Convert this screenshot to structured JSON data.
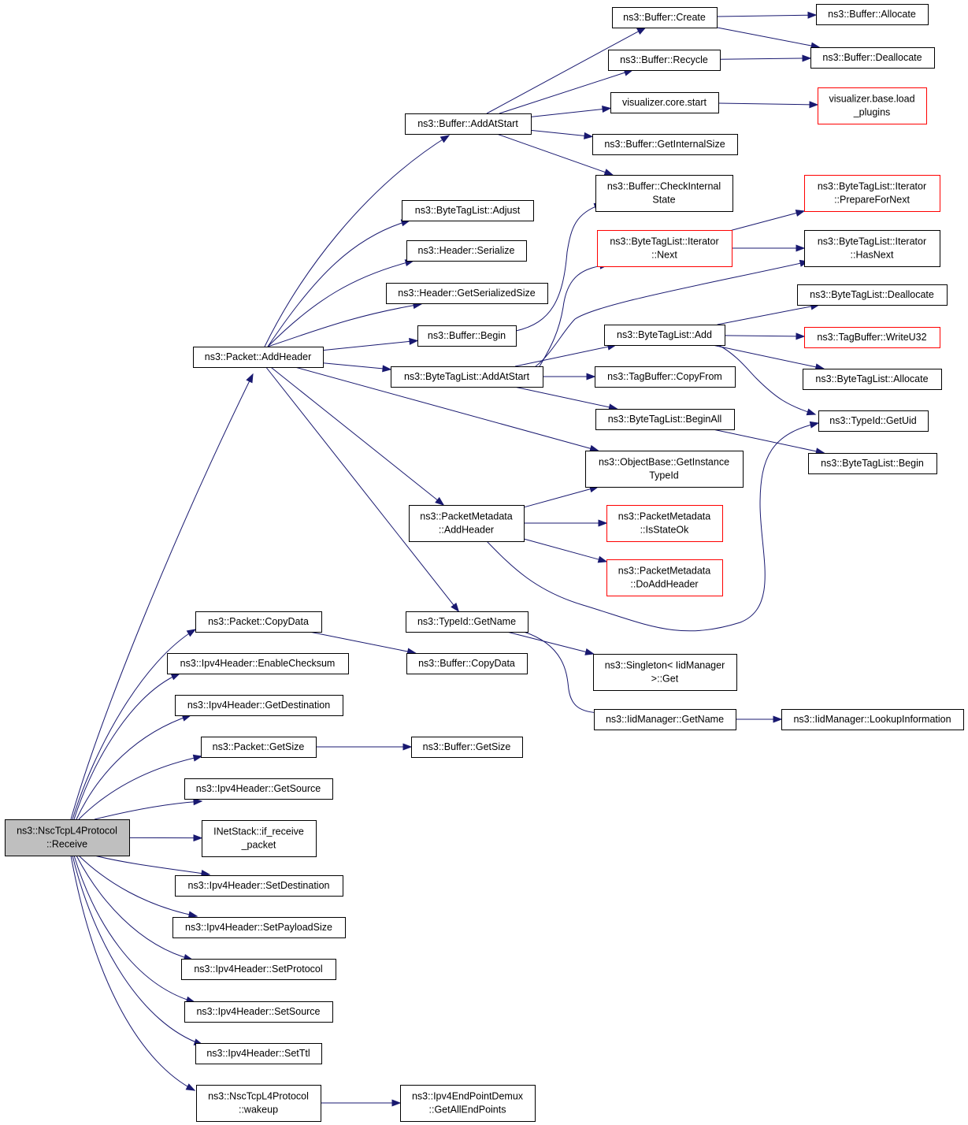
{
  "nodes": [
    {
      "id": "root",
      "lines": [
        "ns3::NscTcpL4Protocol",
        "::Receive"
      ],
      "root": true
    },
    {
      "id": "addHeader",
      "lines": [
        "ns3::Packet::AddHeader"
      ]
    },
    {
      "id": "copyData",
      "lines": [
        "ns3::Packet::CopyData"
      ]
    },
    {
      "id": "enableChecksum",
      "lines": [
        "ns3::Ipv4Header::EnableChecksum"
      ]
    },
    {
      "id": "getDestination",
      "lines": [
        "ns3::Ipv4Header::GetDestination"
      ]
    },
    {
      "id": "getSize",
      "lines": [
        "ns3::Packet::GetSize"
      ]
    },
    {
      "id": "getSource",
      "lines": [
        "ns3::Ipv4Header::GetSource"
      ]
    },
    {
      "id": "ifReceive",
      "lines": [
        "INetStack::if_receive",
        "_packet"
      ]
    },
    {
      "id": "setDestination",
      "lines": [
        "ns3::Ipv4Header::SetDestination"
      ]
    },
    {
      "id": "setPayloadSize",
      "lines": [
        "ns3::Ipv4Header::SetPayloadSize"
      ]
    },
    {
      "id": "setProtocol",
      "lines": [
        "ns3::Ipv4Header::SetProtocol"
      ]
    },
    {
      "id": "setSource",
      "lines": [
        "ns3::Ipv4Header::SetSource"
      ]
    },
    {
      "id": "setTtl",
      "lines": [
        "ns3::Ipv4Header::SetTtl"
      ]
    },
    {
      "id": "wakeup",
      "lines": [
        "ns3::NscTcpL4Protocol",
        "::wakeup"
      ]
    },
    {
      "id": "bufAddAtStart",
      "lines": [
        "ns3::Buffer::AddAtStart"
      ]
    },
    {
      "id": "btlAdjust",
      "lines": [
        "ns3::ByteTagList::Adjust"
      ]
    },
    {
      "id": "hdrSerialize",
      "lines": [
        "ns3::Header::Serialize"
      ]
    },
    {
      "id": "hdrGetSerializedSize",
      "lines": [
        "ns3::Header::GetSerializedSize"
      ]
    },
    {
      "id": "bufBegin",
      "lines": [
        "ns3::Buffer::Begin"
      ]
    },
    {
      "id": "btlAddAtStart",
      "lines": [
        "ns3::ByteTagList::AddAtStart"
      ]
    },
    {
      "id": "pmAddHeader",
      "lines": [
        "ns3::PacketMetadata",
        "::AddHeader"
      ]
    },
    {
      "id": "typeIdGetName",
      "lines": [
        "ns3::TypeId::GetName"
      ]
    },
    {
      "id": "bufCopyData",
      "lines": [
        "ns3::Buffer::CopyData"
      ]
    },
    {
      "id": "bufGetSize",
      "lines": [
        "ns3::Buffer::GetSize"
      ]
    },
    {
      "id": "demuxGetAll",
      "lines": [
        "ns3::Ipv4EndPointDemux",
        "::GetAllEndPoints"
      ]
    },
    {
      "id": "bufCreate",
      "lines": [
        "ns3::Buffer::Create"
      ]
    },
    {
      "id": "bufRecycle",
      "lines": [
        "ns3::Buffer::Recycle"
      ]
    },
    {
      "id": "vizStart",
      "lines": [
        "visualizer.core.start"
      ]
    },
    {
      "id": "bufGetInternalSize",
      "lines": [
        "ns3::Buffer::GetInternalSize"
      ]
    },
    {
      "id": "bufCheckInternal",
      "lines": [
        "ns3::Buffer::CheckInternal",
        "State"
      ]
    },
    {
      "id": "btlIterNext",
      "lines": [
        "ns3::ByteTagList::Iterator",
        "::Next"
      ],
      "truncated": true
    },
    {
      "id": "btlAdd",
      "lines": [
        "ns3::ByteTagList::Add"
      ]
    },
    {
      "id": "tbCopyFrom",
      "lines": [
        "ns3::TagBuffer::CopyFrom"
      ]
    },
    {
      "id": "btlBeginAll",
      "lines": [
        "ns3::ByteTagList::BeginAll"
      ]
    },
    {
      "id": "obGetInstanceTypeId",
      "lines": [
        "ns3::ObjectBase::GetInstance",
        "TypeId"
      ]
    },
    {
      "id": "pmIsStateOk",
      "lines": [
        "ns3::PacketMetadata",
        "::IsStateOk"
      ],
      "truncated": true
    },
    {
      "id": "pmDoAddHeader",
      "lines": [
        "ns3::PacketMetadata",
        "::DoAddHeader"
      ],
      "truncated": true
    },
    {
      "id": "singletonGet",
      "lines": [
        "ns3::Singleton< IidManager",
        ">::Get"
      ]
    },
    {
      "id": "iidGetName",
      "lines": [
        "ns3::IidManager::GetName"
      ]
    },
    {
      "id": "bufAllocate",
      "lines": [
        "ns3::Buffer::Allocate"
      ]
    },
    {
      "id": "bufDeallocate",
      "lines": [
        "ns3::Buffer::Deallocate"
      ]
    },
    {
      "id": "vizLoadPlugins",
      "lines": [
        "visualizer.base.load",
        "_plugins"
      ],
      "truncated": true
    },
    {
      "id": "btlIterPrepare",
      "lines": [
        "ns3::ByteTagList::Iterator",
        "::PrepareForNext"
      ],
      "truncated": true
    },
    {
      "id": "btlIterHasNext",
      "lines": [
        "ns3::ByteTagList::Iterator",
        "::HasNext"
      ]
    },
    {
      "id": "btlDeallocate",
      "lines": [
        "ns3::ByteTagList::Deallocate"
      ]
    },
    {
      "id": "tbWriteU32",
      "lines": [
        "ns3::TagBuffer::WriteU32"
      ],
      "truncated": true
    },
    {
      "id": "btlAllocate",
      "lines": [
        "ns3::ByteTagList::Allocate"
      ]
    },
    {
      "id": "typeIdGetUid",
      "lines": [
        "ns3::TypeId::GetUid"
      ]
    },
    {
      "id": "btlBegin",
      "lines": [
        "ns3::ByteTagList::Begin"
      ]
    },
    {
      "id": "iidLookupInfo",
      "lines": [
        "ns3::IidManager::LookupInformation"
      ]
    }
  ],
  "edges": [
    [
      "root",
      "addHeader"
    ],
    [
      "root",
      "copyData"
    ],
    [
      "root",
      "enableChecksum"
    ],
    [
      "root",
      "getDestination"
    ],
    [
      "root",
      "getSize"
    ],
    [
      "root",
      "getSource"
    ],
    [
      "root",
      "ifReceive"
    ],
    [
      "root",
      "setDestination"
    ],
    [
      "root",
      "setPayloadSize"
    ],
    [
      "root",
      "setProtocol"
    ],
    [
      "root",
      "setSource"
    ],
    [
      "root",
      "setTtl"
    ],
    [
      "root",
      "wakeup"
    ],
    [
      "addHeader",
      "bufAddAtStart"
    ],
    [
      "addHeader",
      "btlAdjust"
    ],
    [
      "addHeader",
      "hdrSerialize"
    ],
    [
      "addHeader",
      "hdrGetSerializedSize"
    ],
    [
      "addHeader",
      "bufBegin"
    ],
    [
      "addHeader",
      "btlAddAtStart"
    ],
    [
      "addHeader",
      "obGetInstanceTypeId"
    ],
    [
      "addHeader",
      "pmAddHeader"
    ],
    [
      "addHeader",
      "typeIdGetName"
    ],
    [
      "bufAddAtStart",
      "bufCreate"
    ],
    [
      "bufAddAtStart",
      "bufRecycle"
    ],
    [
      "bufAddAtStart",
      "vizStart"
    ],
    [
      "bufAddAtStart",
      "bufGetInternalSize"
    ],
    [
      "bufAddAtStart",
      "bufCheckInternal"
    ],
    [
      "bufCreate",
      "bufAllocate"
    ],
    [
      "bufCreate",
      "bufDeallocate"
    ],
    [
      "bufRecycle",
      "bufDeallocate"
    ],
    [
      "vizStart",
      "vizLoadPlugins"
    ],
    [
      "bufBegin",
      "bufCheckInternal"
    ],
    [
      "btlAddAtStart",
      "btlIterNext"
    ],
    [
      "btlAddAtStart",
      "btlIterHasNext"
    ],
    [
      "btlAddAtStart",
      "btlAdd"
    ],
    [
      "btlAddAtStart",
      "tbCopyFrom"
    ],
    [
      "btlAddAtStart",
      "btlBeginAll"
    ],
    [
      "btlIterNext",
      "btlIterPrepare"
    ],
    [
      "btlIterNext",
      "btlIterHasNext"
    ],
    [
      "btlAdd",
      "btlDeallocate"
    ],
    [
      "btlAdd",
      "tbWriteU32"
    ],
    [
      "btlAdd",
      "btlAllocate"
    ],
    [
      "btlAdd",
      "typeIdGetUid"
    ],
    [
      "btlBeginAll",
      "btlBegin"
    ],
    [
      "pmAddHeader",
      "obGetInstanceTypeId"
    ],
    [
      "pmAddHeader",
      "pmIsStateOk"
    ],
    [
      "pmAddHeader",
      "pmDoAddHeader"
    ],
    [
      "pmAddHeader",
      "typeIdGetUid"
    ],
    [
      "typeIdGetName",
      "singletonGet"
    ],
    [
      "typeIdGetName",
      "iidGetName"
    ],
    [
      "iidGetName",
      "iidLookupInfo"
    ],
    [
      "copyData",
      "bufCopyData"
    ],
    [
      "getSize",
      "bufGetSize"
    ],
    [
      "wakeup",
      "demuxGetAll"
    ]
  ],
  "colors": {
    "edge": "#191970",
    "node_border": "#000000",
    "truncated_border": "#ff0000",
    "root_fill": "#bfbfbf"
  }
}
